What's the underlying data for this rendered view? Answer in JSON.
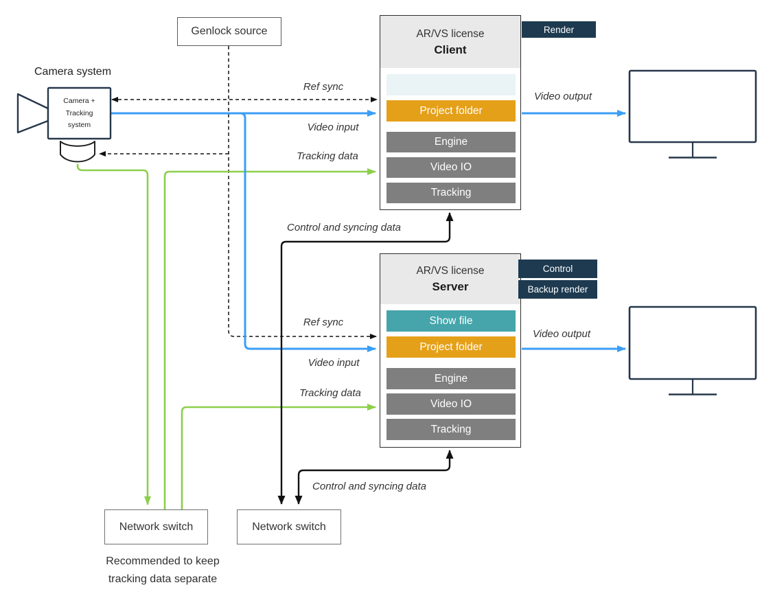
{
  "camera": {
    "heading": "Camera system",
    "line1": "Camera +",
    "line2": "Tracking",
    "line3": "system"
  },
  "genlock": {
    "label": "Genlock source"
  },
  "client": {
    "license": "AR/VS license",
    "role": "Client",
    "badge": "Render",
    "modules": {
      "project_folder": "Project folder",
      "engine": "Engine",
      "video_io": "Video IO",
      "tracking": "Tracking"
    }
  },
  "server": {
    "license": "AR/VS license",
    "role": "Server",
    "badges": [
      "Control",
      "Backup render"
    ],
    "modules": {
      "show_file": "Show file",
      "project_folder": "Project folder",
      "engine": "Engine",
      "video_io": "Video IO",
      "tracking": "Tracking"
    }
  },
  "switches": {
    "left": "Network switch",
    "right": "Network switch"
  },
  "note": {
    "line1": "Recommended to keep",
    "line2": "tracking data separate"
  },
  "labels": {
    "ref_sync": "Ref sync",
    "video_input": "Video input",
    "tracking_data": "Tracking data",
    "control_sync": "Control and syncing data",
    "video_output": "Video output"
  },
  "colors": {
    "module_orange": "#e5a019",
    "module_teal": "#45a5ab",
    "module_gray": "#7f7f7f",
    "placeholder_blue": "#eaf3f6",
    "badge_navy": "#1d3a50",
    "line_blue": "#3a9ef5",
    "line_green": "#8ccf4b",
    "line_black": "#111111",
    "outline_navy": "#26374a"
  }
}
